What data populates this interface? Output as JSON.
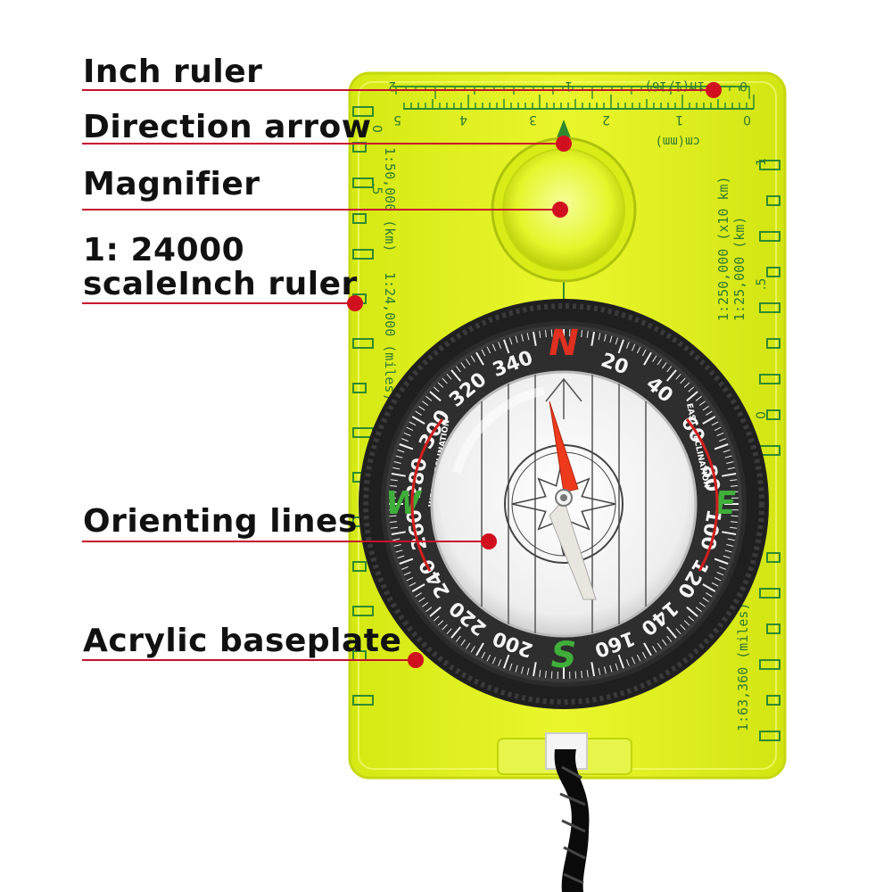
{
  "callouts": [
    {
      "id": "inch-ruler",
      "label": "Inch ruler"
    },
    {
      "id": "direction-arrow",
      "label": "Direction arrow"
    },
    {
      "id": "magnifier",
      "label": "Magnifier"
    },
    {
      "id": "scale-ruler",
      "label": "1: 24000\nscaleInch ruler"
    },
    {
      "id": "orienting-lines",
      "label": "Orienting lines"
    },
    {
      "id": "acrylic-baseplate",
      "label": "Acrylic baseplate"
    }
  ],
  "bezel": {
    "cardinals": {
      "north": "N",
      "east": "E",
      "south": "S",
      "west": "W"
    },
    "degrees": [
      "20",
      "40",
      "60",
      "80",
      "100",
      "120",
      "140",
      "160",
      "200",
      "220",
      "240",
      "260",
      "280",
      "300",
      "320",
      "340"
    ],
    "west_declination": "WEST DECLINATION",
    "east_declination": "EAST DECLINATION"
  },
  "ruler_top": {
    "inch_unit": "in(1/16)",
    "cm_unit": "cm(mm)",
    "inch_numbers": [
      "0",
      "1",
      "2"
    ],
    "cm_numbers": [
      "0",
      "1",
      "2",
      "3",
      "4",
      "5"
    ]
  },
  "scales": {
    "left_top": "1:50,000 (km)",
    "left_mid": "1:24,000 (miles)",
    "right_top": "1:250,000 (x10 km)",
    "right_mid": "1:25,000 (km)",
    "right_bottom": "1:63,360 (miles)",
    "scale_numbers": [
      "0",
      ".5",
      "1"
    ]
  },
  "colors": {
    "baseplate": "#e4f21a",
    "baseplate_edge": "#c9dc10",
    "bezel": "#2b2b2b",
    "needle_north": "#ee3a1c",
    "needle_south": "#e8e6de",
    "cardinal_ns": "#e03020",
    "cardinal_ew": "#3fae3a",
    "callout_line": "#c8102e",
    "ruler_green": "#2f8a2f"
  }
}
